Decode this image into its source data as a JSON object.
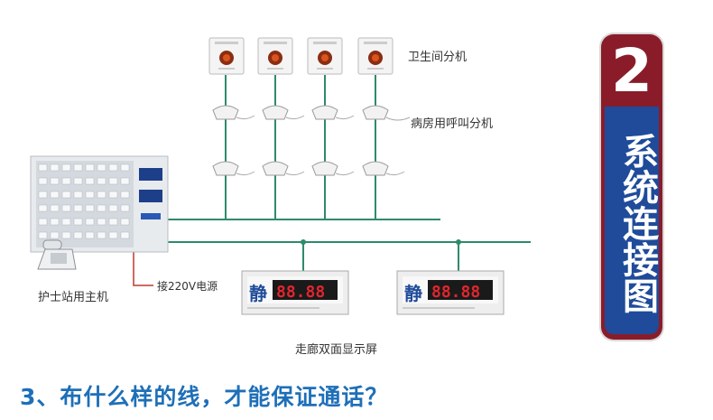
{
  "labels": {
    "toilet_unit": "卫生间分机",
    "ward_unit": "病房用呼叫分机",
    "power": "接220V电源",
    "host": "护士站用主机",
    "display": "走廊双面显示屏"
  },
  "display_panel": {
    "char": "静",
    "digits": "88.88"
  },
  "badge": {
    "number": "2",
    "title": "系统连接图"
  },
  "question": "3、布什么样的线，才能保证通话？",
  "colors": {
    "bus_line": "#2e8b6a",
    "power_line": "#c0392b",
    "badge_red": "#8a1c2a",
    "badge_blue": "#1f4b9a",
    "question_blue": "#1e6fb8",
    "led_red": "#e0262e"
  }
}
